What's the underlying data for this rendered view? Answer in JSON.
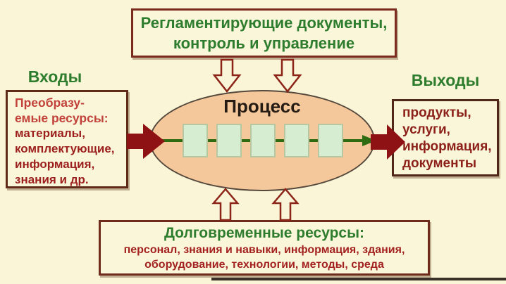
{
  "page": {
    "background": "#f9f5d6"
  },
  "control_box": {
    "line1": "Регламентирующие документы,",
    "line2": "контроль и управление"
  },
  "inputs": {
    "label": "Входы",
    "box": {
      "heading1": "Преобразу-",
      "heading2": "емые ресурсы:",
      "items": [
        "материалы,",
        "комплектующие,",
        "информация,",
        "знания и др."
      ]
    }
  },
  "process": {
    "title": "Процесс",
    "step_count": 5
  },
  "outputs": {
    "label": "Выходы",
    "box": {
      "items": [
        "продукты,",
        "услуги,",
        "информация,",
        "документы"
      ]
    }
  },
  "resources_box": {
    "title": "Долговременные ресурсы:",
    "line1": "персонал, знания и навыки, информация,  здания,",
    "line2": "оборудование, технологии, методы, среда"
  },
  "icons": {
    "control_arrows": "hollow-down-arrow",
    "resource_arrows": "hollow-up-arrow",
    "input_arrow": "solid-right-arrow",
    "output_arrow": "solid-right-arrow",
    "flow_arrow": "green-right-arrow"
  },
  "colors": {
    "green_text": "#2e7d2e",
    "red_text_bright": "#c2413a",
    "red_text_dark": "#9c1f1d",
    "maroon_border": "#6e2b1c",
    "solid_arrow": "#8e1113",
    "ellipse_fill": "#f5c89b",
    "step_fill": "#d6edd2",
    "flow_line": "#2f6b10",
    "background": "#f9f5d6"
  }
}
